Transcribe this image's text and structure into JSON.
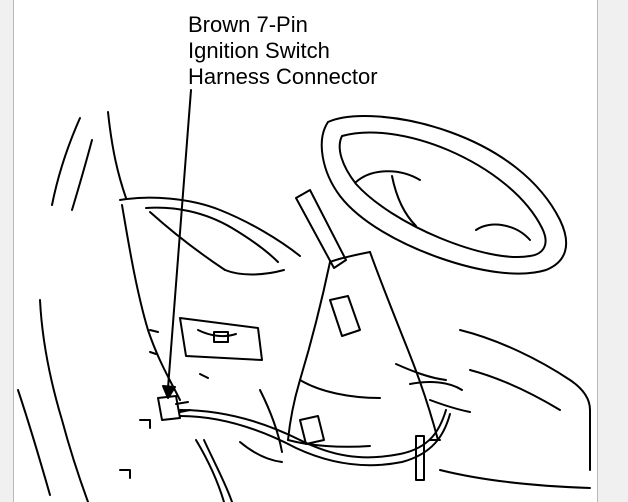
{
  "callout": {
    "line1": "Brown 7-Pin",
    "line2": "Ignition Switch",
    "line3": "Harness Connector"
  },
  "colors": {
    "ink": "#000000",
    "background": "#ffffff",
    "frame": "#f0f0f0"
  }
}
